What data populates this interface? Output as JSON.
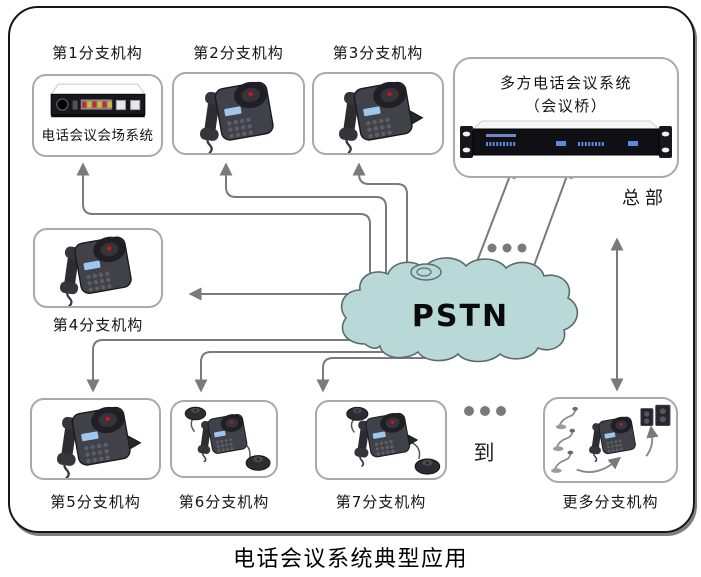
{
  "title": "电话会议系统典型应用",
  "cloud": {
    "label": "PSTN"
  },
  "hq": {
    "label": "总部",
    "system_title": "多方电话会议系统",
    "system_subtitle": "（会议桥）"
  },
  "ellipsis_label": "到",
  "branches": [
    {
      "label": "第1分支机构",
      "caption": "电话会议会场系统"
    },
    {
      "label": "第2分支机构"
    },
    {
      "label": "第3分支机构"
    },
    {
      "label": "第4分支机构"
    },
    {
      "label": "第5分支机构"
    },
    {
      "label": "第6分支机构"
    },
    {
      "label": "第7分支机构"
    },
    {
      "label": "更多分支机构"
    }
  ],
  "colors": {
    "cloud_fill": "#b9d9d8",
    "cloud_stroke": "#5c6b6b",
    "connector": "#7a7a7a",
    "box_border": "#a9a9a9",
    "frame": "#161616",
    "phone_red": "#cf1420",
    "led_blue": "#5d88e0"
  }
}
